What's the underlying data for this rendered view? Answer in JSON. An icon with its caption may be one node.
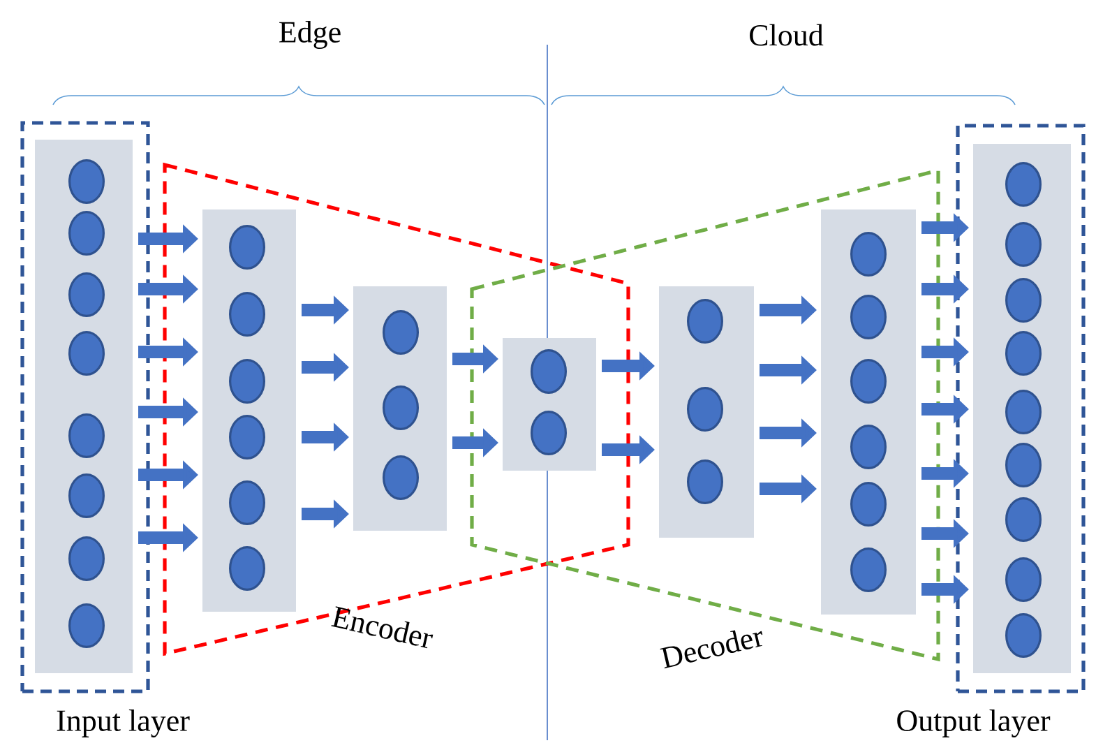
{
  "diagram": {
    "nodes": [
      {
        "text": [
          "Input layer"
        ]
      },
      {
        "text": [],
        "shape": "box",
        "in": 0
      },
      {
        "text": [],
        "shape": "circle",
        "in": 1
      },
      {
        "text": [],
        "shape": "circle",
        "in": 1
      },
      {
        "text": [],
        "shape": "circle",
        "in": 1
      },
      {
        "text": [],
        "shape": "circle",
        "in": 1
      },
      {
        "text": [],
        "shape": "circle",
        "in": 1
      },
      {
        "text": [],
        "shape": "circle",
        "in": 1
      },
      {
        "text": [],
        "shape": "circle",
        "in": 1
      },
      {
        "text": [],
        "shape": "circle",
        "in": 1
      },
      {
        "text": [],
        "shape": "box",
        "in": 46
      },
      {
        "text": [],
        "shape": "circle",
        "in": 10
      },
      {
        "text": [],
        "shape": "circle",
        "in": 10
      },
      {
        "text": [],
        "shape": "circle",
        "in": 10
      },
      {
        "text": [],
        "shape": "circle",
        "in": 10
      },
      {
        "text": [],
        "shape": "circle",
        "in": 10
      },
      {
        "text": [],
        "shape": "circle",
        "in": 10
      },
      {
        "text": [],
        "shape": "box",
        "in": 46
      },
      {
        "text": [],
        "shape": "circle",
        "in": 17
      },
      {
        "text": [],
        "shape": "circle",
        "in": 17
      },
      {
        "text": [],
        "shape": "circle",
        "in": 17
      },
      {
        "text": [],
        "shape": "box"
      },
      {
        "text": [],
        "shape": "circle",
        "in": 21
      },
      {
        "text": [],
        "shape": "circle",
        "in": 21
      },
      {
        "text": [],
        "shape": "box",
        "in": 47
      },
      {
        "text": [],
        "shape": "circle",
        "in": 24
      },
      {
        "text": [],
        "shape": "circle",
        "in": 24
      },
      {
        "text": [],
        "shape": "circle",
        "in": 24
      },
      {
        "text": [],
        "shape": "box",
        "in": 47
      },
      {
        "text": [],
        "shape": "circle",
        "in": 28
      },
      {
        "text": [],
        "shape": "circle",
        "in": 28
      },
      {
        "text": [],
        "shape": "circle",
        "in": 28
      },
      {
        "text": [],
        "shape": "circle",
        "in": 28
      },
      {
        "text": [],
        "shape": "circle",
        "in": 28
      },
      {
        "text": [],
        "shape": "circle",
        "in": 28
      },
      {
        "text": [
          "Output layer"
        ]
      },
      {
        "text": [],
        "shape": "box",
        "in": 35
      },
      {
        "text": [],
        "shape": "circle",
        "in": 36
      },
      {
        "text": [],
        "shape": "circle",
        "in": 36
      },
      {
        "text": [],
        "shape": "circle",
        "in": 36
      },
      {
        "text": [],
        "shape": "circle",
        "in": 36
      },
      {
        "text": [],
        "shape": "circle",
        "in": 36
      },
      {
        "text": [],
        "shape": "circle",
        "in": 36
      },
      {
        "text": [],
        "shape": "circle",
        "in": 36
      },
      {
        "text": [],
        "shape": "circle",
        "in": 36
      },
      {
        "text": [],
        "shape": "circle",
        "in": 36
      },
      {
        "text": [
          "Encoder"
        ]
      },
      {
        "text": [
          "Decoder"
        ]
      }
    ],
    "edges": [
      {
        "from": 1,
        "to": 10,
        "arrow": "to"
      },
      {
        "from": 1,
        "to": 10,
        "arrow": "to"
      },
      {
        "from": 1,
        "to": 10,
        "arrow": "to"
      },
      {
        "from": 1,
        "to": 10,
        "arrow": "to"
      },
      {
        "from": 1,
        "to": 10,
        "arrow": "to"
      },
      {
        "from": 1,
        "to": 10,
        "arrow": "to"
      },
      {
        "from": 10,
        "to": 17,
        "arrow": "to"
      },
      {
        "from": 10,
        "to": 17,
        "arrow": "to"
      },
      {
        "from": 10,
        "to": 17,
        "arrow": "to"
      },
      {
        "from": 10,
        "to": 17,
        "arrow": "to"
      },
      {
        "from": 17,
        "to": 21,
        "arrow": "to"
      },
      {
        "from": 17,
        "to": 21,
        "arrow": "to"
      },
      {
        "from": 21,
        "to": 24,
        "arrow": "to"
      },
      {
        "from": 21,
        "to": 24,
        "arrow": "to"
      },
      {
        "from": 24,
        "to": 28,
        "arrow": "to"
      },
      {
        "from": 24,
        "to": 28,
        "arrow": "to"
      },
      {
        "from": 24,
        "to": 28,
        "arrow": "to"
      },
      {
        "from": 24,
        "to": 28,
        "arrow": "to"
      },
      {
        "from": 28,
        "to": 36,
        "arrow": "to"
      },
      {
        "from": 28,
        "to": 36,
        "arrow": "to"
      },
      {
        "from": 28,
        "to": 36,
        "arrow": "to"
      },
      {
        "from": 28,
        "to": 36,
        "arrow": "to"
      },
      {
        "from": 28,
        "to": 36,
        "arrow": "to"
      },
      {
        "from": 28,
        "to": 36,
        "arrow": "to"
      },
      {
        "from": 28,
        "to": 36,
        "arrow": "to"
      }
    ],
    "labels": [
      "Edge",
      "Cloud"
    ]
  }
}
